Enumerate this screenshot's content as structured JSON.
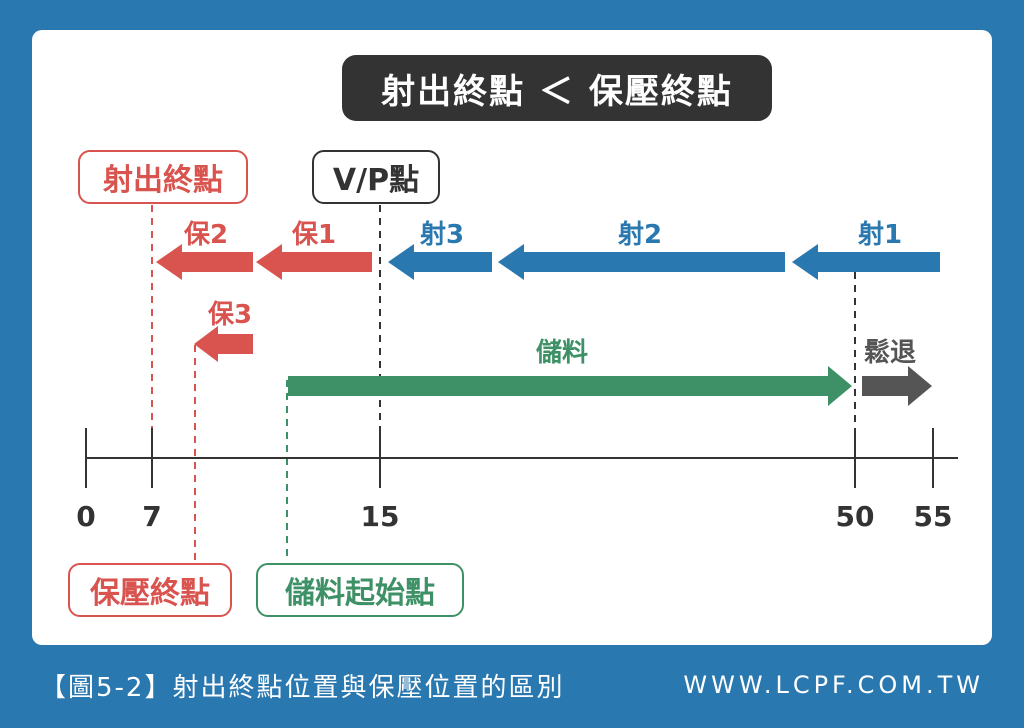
{
  "title": "射出終點 ＜ 保壓終點",
  "labels": {
    "injection_end": "射出終點",
    "vp_point": "V/P點",
    "hold_end": "保壓終點",
    "plast_start": "儲料起始點"
  },
  "segments": {
    "inj1": "射1",
    "inj2": "射2",
    "inj3": "射3",
    "hold1": "保1",
    "hold2": "保2",
    "hold3": "保3",
    "plast": "儲料",
    "decomp": "鬆退"
  },
  "axis": {
    "ticks": [
      "0",
      "7",
      "15",
      "50",
      "55"
    ]
  },
  "footer": {
    "caption": "【圖5-2】射出終點位置與保壓位置的區別",
    "site": "WWW.LCPF.COM.TW"
  },
  "colors": {
    "background": "#2a78b0",
    "injection": "#2a78b0",
    "hold": "#d9534f",
    "plast": "#3e9166",
    "decomp": "#555555",
    "axis": "#333333"
  }
}
